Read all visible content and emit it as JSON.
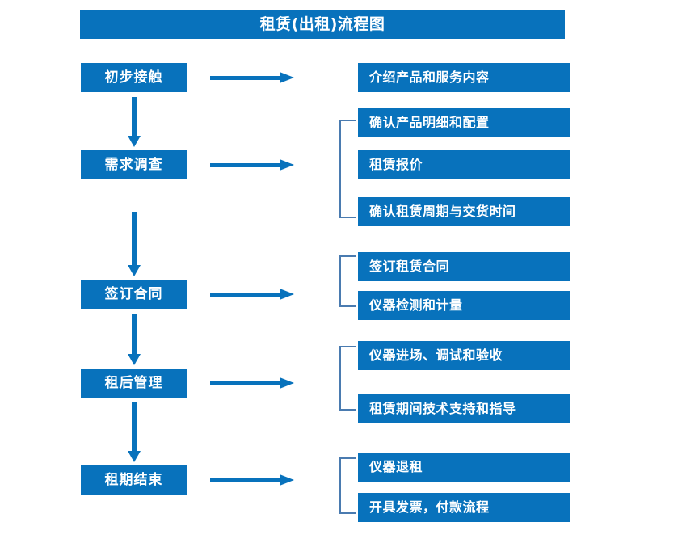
{
  "document": {
    "title": "租赁(出租)流程图"
  },
  "theme": {
    "box_blue": "#0872bc",
    "box_text": "#ffffff",
    "bracket_line": "#4a7bb0",
    "arrow_blue": "#0872bc",
    "background": "#ffffff"
  },
  "header": {
    "title": "租赁(出租)流程图"
  },
  "stages": [
    {
      "label": "初步接触"
    },
    {
      "label": "需求调查"
    },
    {
      "label": "签订合同"
    },
    {
      "label": "租后管理"
    },
    {
      "label": "租期结束"
    }
  ],
  "details": [
    {
      "label": "介绍产品和服务内容"
    },
    {
      "label": "确认产品明细和配置"
    },
    {
      "label": "租赁报价"
    },
    {
      "label": "确认租赁周期与交货时间"
    },
    {
      "label": "签订租赁合同"
    },
    {
      "label": "仪器检测和计量"
    },
    {
      "label": "仪器进场、调试和验收"
    },
    {
      "label": "租赁期间技术支持和指导"
    },
    {
      "label": "仪器退租"
    },
    {
      "label": "开具发票，付款流程"
    }
  ],
  "groups": [
    {
      "stage": "需求调查",
      "details": [
        "确认产品明细和配置",
        "租赁报价",
        "确认租赁周期与交货时间"
      ]
    },
    {
      "stage": "签订合同",
      "details": [
        "签订租赁合同",
        "仪器检测和计量"
      ]
    },
    {
      "stage": "租后管理",
      "details": [
        "仪器进场、调试和验收",
        "租赁期间技术支持和指导"
      ]
    },
    {
      "stage": "租期结束",
      "details": [
        "仪器退租",
        "开具发票，付款流程"
      ]
    }
  ],
  "connectors": {
    "horizontal_arrow_count": 5,
    "vertical_arrow_count": 4
  }
}
